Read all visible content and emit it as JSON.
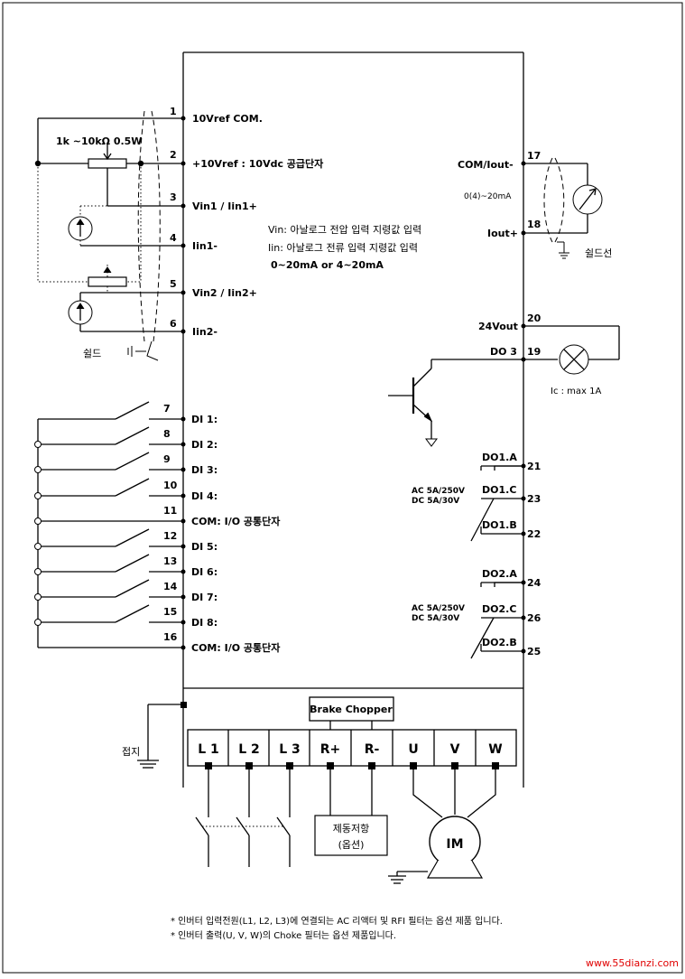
{
  "terminals_left": [
    {
      "num": "1",
      "label": "10Vref COM."
    },
    {
      "num": "2",
      "label": "+10Vref : 10Vdc 공급단자"
    },
    {
      "num": "3",
      "label": "Vin1 / Iin1+"
    },
    {
      "num": "4",
      "label": "Iin1-"
    },
    {
      "num": "5",
      "label": "Vin2 / Iin2+"
    },
    {
      "num": "6",
      "label": "Iin2-"
    }
  ],
  "potentiometer_label": "1k ~10kΩ  0.5W",
  "shield_left": "쉴드",
  "analog_note": [
    "Vin: 아날로그 전압 입력 지령값 입력",
    "Iin: 아날로그 전류 입력 지령값 입력",
    "0~20mA or 4~20mA"
  ],
  "terminals_right": [
    {
      "num": "17",
      "label": "COM/Iout-"
    },
    {
      "num": "18",
      "label": "Iout+"
    },
    {
      "num": "20",
      "label": "24Vout"
    },
    {
      "num": "19",
      "label": "DO 3"
    }
  ],
  "analog_out_range": "0(4)~20mA",
  "shield_right": "쉴드선",
  "lamp_current": "Ic : max 1A",
  "digital_inputs": [
    {
      "num": "7",
      "label": "DI 1:"
    },
    {
      "num": "8",
      "label": "DI 2:"
    },
    {
      "num": "9",
      "label": "DI 3:"
    },
    {
      "num": "10",
      "label": "DI 4:"
    },
    {
      "num": "11",
      "label": "COM: I/O 공통단자"
    },
    {
      "num": "12",
      "label": "DI 5:"
    },
    {
      "num": "13",
      "label": "DI 6:"
    },
    {
      "num": "14",
      "label": "DI 7:"
    },
    {
      "num": "15",
      "label": "DI 8:"
    },
    {
      "num": "16",
      "label": "COM: I/O 공통단자"
    }
  ],
  "relay1": {
    "a_label": "DO1.A",
    "a_num": "21",
    "c_label": "DO1.C",
    "c_num": "23",
    "b_label": "DO1.B",
    "b_num": "22",
    "rating1": "AC 5A/250V",
    "rating2": "DC 5A/30V"
  },
  "relay2": {
    "a_label": "DO2.A",
    "a_num": "24",
    "c_label": "DO2.C",
    "c_num": "26",
    "b_label": "DO2.B",
    "b_num": "25",
    "rating1": "AC 5A/250V",
    "rating2": "DC 5A/30V"
  },
  "brake_chopper": "Brake Chopper",
  "power_terminals": [
    "L 1",
    "L 2",
    "L 3",
    "R+",
    "R-",
    "U",
    "V",
    "W"
  ],
  "ground_label": "접지",
  "brake_resistor": [
    "제동저항",
    "(옵션)"
  ],
  "motor_label": "IM",
  "footnotes": [
    "* 인버터 입력전원(L1, L2, L3)에 연결되는 AC 리액터 및 RFI 필터는 옵션 제품 입니다.",
    "* 인버터 출력(U, V, W)의 Choke 필터는 옵션 제품입니다."
  ],
  "watermark": "www.55dianzi.com",
  "colors": {
    "line": "#000000",
    "watermark": "#e00000"
  }
}
